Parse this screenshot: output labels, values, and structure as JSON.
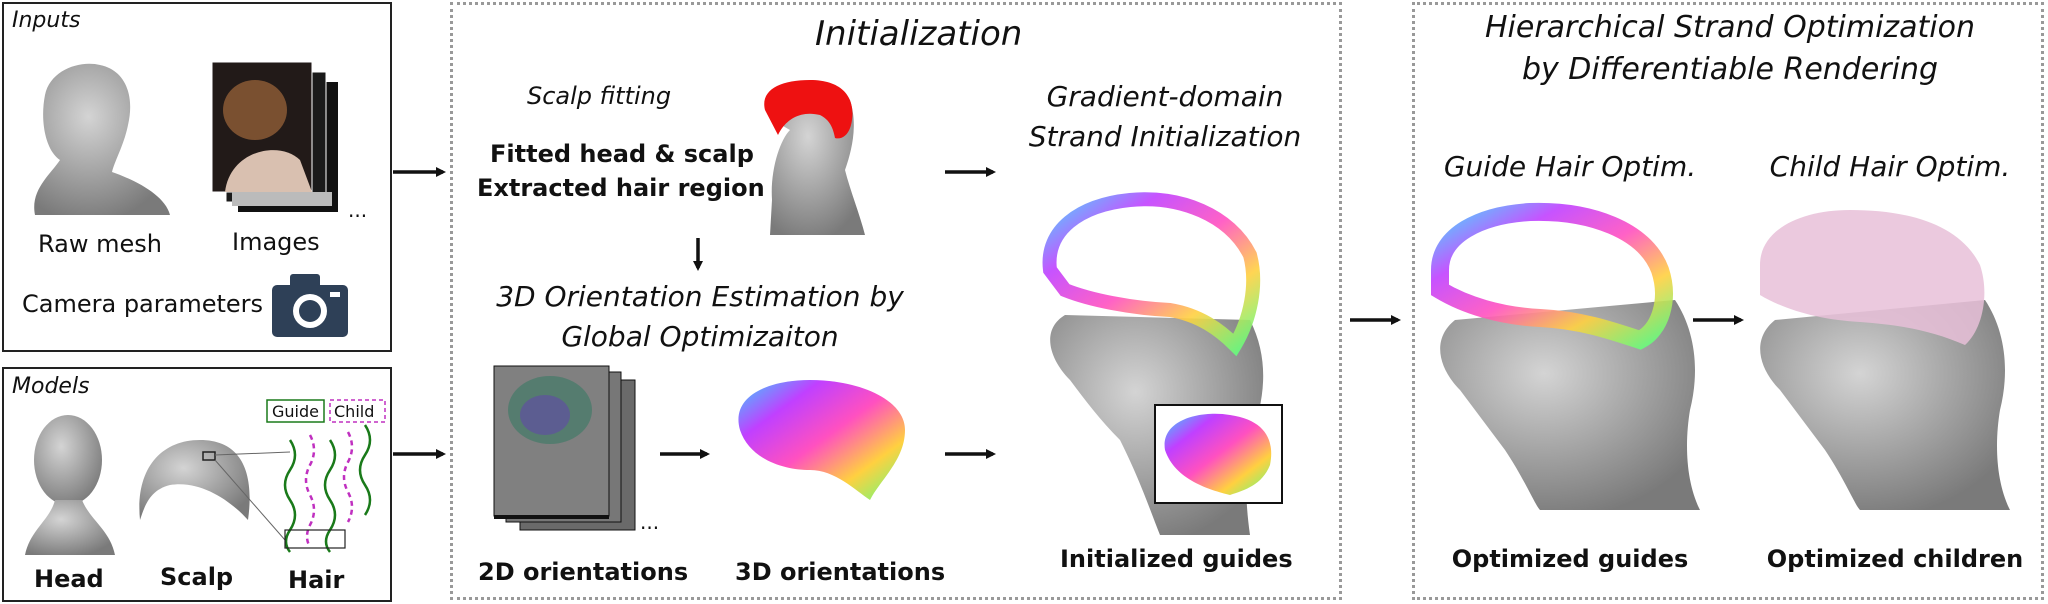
{
  "inputs": {
    "title": "Inputs",
    "raw_mesh": "Raw mesh",
    "images": "Images",
    "ellipsis": "...",
    "camera": "Camera parameters"
  },
  "models": {
    "title": "Models",
    "head": "Head",
    "scalp": "Scalp",
    "hair": "Hair",
    "guide_tag": "Guide",
    "child_tag": "Child"
  },
  "init": {
    "title": "Initialization",
    "scalp_fitting": "Scalp fitting",
    "fitted_head": "Fitted head & scalp",
    "extracted_region": "Extracted hair region",
    "orient_title_1": "3D Orientation Estimation by",
    "orient_title_2": "Global Optimizaiton",
    "orient2d": "2D orientations",
    "orient3d": "3D orientations",
    "ellipsis": "...",
    "grad_title_1": "Gradient-domain",
    "grad_title_2": "Strand Initialization",
    "init_guides": "Initialized guides"
  },
  "hier": {
    "title_1": "Hierarchical Strand Optimization",
    "title_2": "by Differentiable Rendering",
    "guide_optim": "Guide Hair Optim.",
    "child_optim": "Child Hair Optim.",
    "opt_guides": "Optimized guides",
    "opt_children": "Optimized children"
  }
}
